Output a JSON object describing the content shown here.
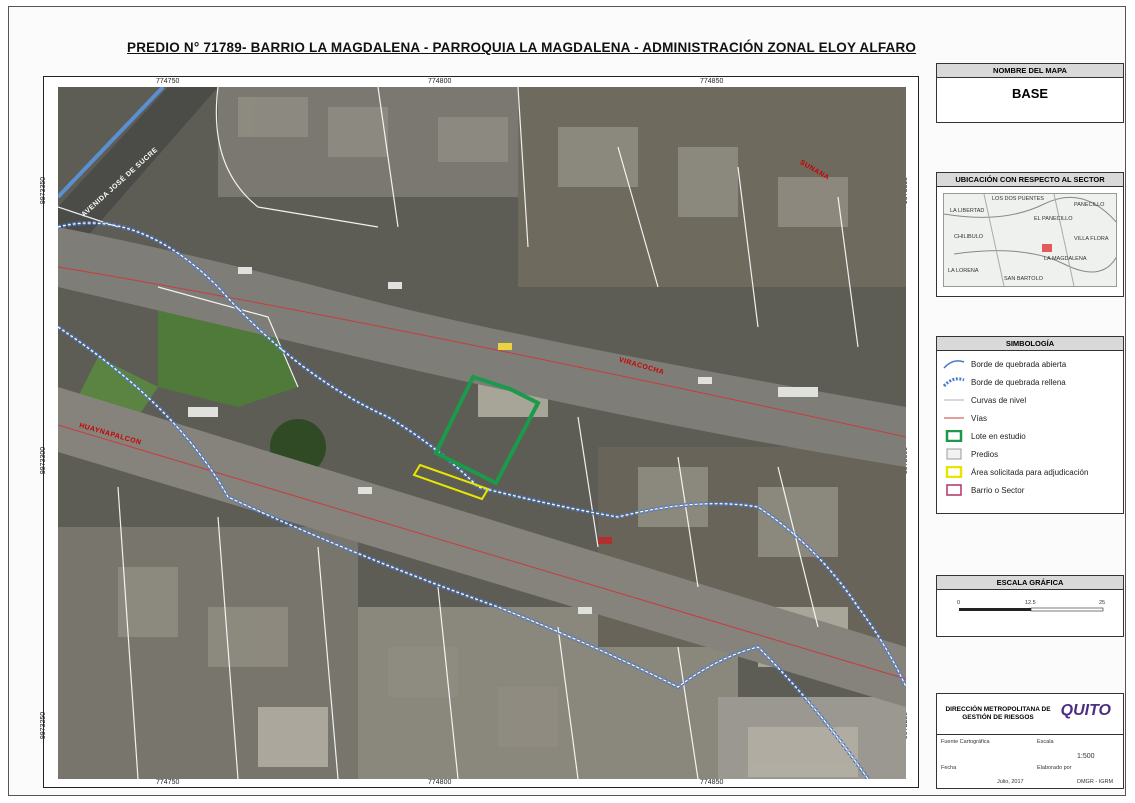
{
  "title": "PREDIO N° 71789- BARRIO LA MAGDALENA - PARROQUIA LA MAGDALENA - ADMINISTRACIÓN ZONAL ELOY ALFARO",
  "map": {
    "x_coords_top": [
      "774750",
      "774800",
      "774850"
    ],
    "x_coords_bottom": [
      "774750",
      "774800",
      "774850"
    ],
    "y_coords_left": [
      "9973350",
      "9973300",
      "9973250"
    ],
    "y_coords_right": [
      "9973350",
      "9973300",
      "9973250"
    ],
    "streets": [
      "AVENIDA JOSÉ DE SUCRE",
      "VIRACOCHA",
      "HUAYNAPALCON",
      "SUNANA"
    ],
    "colors": {
      "lote": "#1a9a4a",
      "area_adjudicacion": "#e6e600",
      "quebrada": "#4a7bd0",
      "predios": "#ffffff",
      "barrio": "#b0306a"
    }
  },
  "panels": {
    "nombre_header": "NOMBRE DEL MAPA",
    "nombre_value": "BASE",
    "ubicacion_header": "UBICACIÓN CON RESPECTO AL SECTOR",
    "minimap_labels": [
      "LOS DOS PUENTES",
      "PANECILLO",
      "LA LIBERTAD",
      "EL PANECILLO",
      "CHILIBULO",
      "VILLA FLORA",
      "LA MAGDALENA",
      "LA LORENA",
      "SAN BARTOLO"
    ],
    "simbologia_header": "SIMBOLOGÍA",
    "legend": [
      {
        "label": "Borde de quebrada abierta",
        "icon": "curve-line-icon"
      },
      {
        "label": "Borde de quebrada rellena",
        "icon": "dotted-curve-icon"
      },
      {
        "label": "Curvas de nivel",
        "icon": "thin-line-icon"
      },
      {
        "label": "Vías",
        "icon": "road-line-icon"
      },
      {
        "label": "Lote en estudio",
        "icon": "green-box-icon"
      },
      {
        "label": "Predios",
        "icon": "grey-box-icon"
      },
      {
        "label": "Área solicitada para adjudicación",
        "icon": "yellow-box-icon"
      },
      {
        "label": "Barrio o Sector",
        "icon": "magenta-box-icon"
      }
    ],
    "escala_header": "ESCALA GRÁFICA",
    "scale_ticks": [
      "0",
      "12.5",
      "25"
    ],
    "institution": "DIRECCIÓN METROPOLITANA DE GESTIÓN DE RIESGOS",
    "logo": "QUITO",
    "info": {
      "fuente_label": "Fuente Cartográfica",
      "escala_label": "Escala",
      "escala_value": "1:500",
      "fecha_label": "Fecha",
      "fecha_value": "Julio, 2017",
      "elaborado_label": "Elaborado por",
      "elaborado_value": "DMGR - IGRM"
    }
  }
}
